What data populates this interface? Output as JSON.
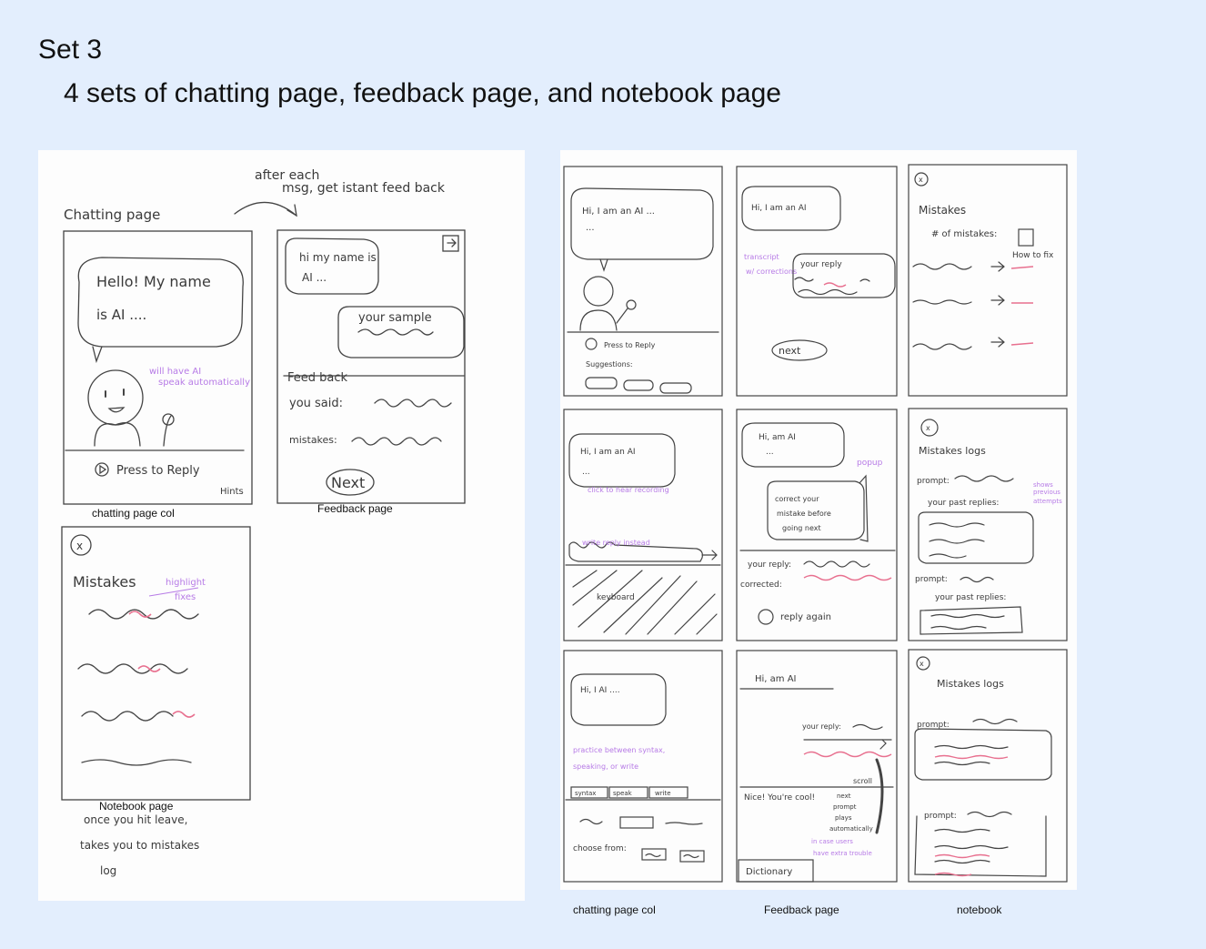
{
  "header": {
    "title": "Set 3",
    "subtitle": "4 sets of chatting page, feedback page, and notebook page"
  },
  "left_sheet": {
    "chatting_label": "Chatting page",
    "arrow_note": [
      "after each",
      "msg, get istant feed back"
    ],
    "chat": {
      "bubble": [
        "Hello! My name",
        "is AI ...."
      ],
      "note": [
        "will have AI",
        "speak automatically"
      ],
      "press": "Press to Reply",
      "hints": "Hints",
      "caption": "chatting page col"
    },
    "feedback": {
      "ai_bubble": [
        "hi my name is",
        "AI ..."
      ],
      "user_bubble": "your sample",
      "feedback_label": "Feed back",
      "you_said": "you said:",
      "mistakes": "mistakes:",
      "next": "Next",
      "caption": "Feedback page"
    },
    "notebook": {
      "close": "x",
      "title": "Mistakes",
      "note": [
        "highlight",
        "fixes"
      ],
      "caption": "Notebook page",
      "below_note": [
        "once you hit leave,",
        "takes you to mistakes",
        "log"
      ]
    }
  },
  "right_sheet": {
    "r1": {
      "chat": {
        "bubble": [
          "Hi, I am an AI ...",
          "..."
        ],
        "press": "Press to Reply",
        "suggestions": "Suggestions:"
      },
      "feedback": {
        "bubble": "Hi, I am an AI",
        "note": [
          "transcript",
          "w/ corrections"
        ],
        "reply": "your reply",
        "next": "next"
      },
      "notebook": {
        "close": "x",
        "title": "Mistakes",
        "count": "# of mistakes:",
        "how": "How to fix"
      }
    },
    "r2": {
      "chat": {
        "bubble": [
          "Hi, I am an AI",
          "..."
        ],
        "click": "click to hear recording",
        "write": "write reply instead",
        "keyboard": "keyboard"
      },
      "feedback": {
        "bubble": [
          "Hi, am AI",
          "..."
        ],
        "popup_note": "popup",
        "popup": [
          "correct your",
          "mistake before",
          "going next"
        ],
        "reply": "your reply:",
        "corrected": "corrected:",
        "again": "reply again"
      },
      "notebook": {
        "close": "x",
        "title": "Mistakes logs",
        "prompt": "prompt:",
        "past": "your past replies:",
        "note": [
          "shows",
          "previous",
          "attempts"
        ],
        "prompt2": "prompt:",
        "past2": "your past replies:"
      }
    },
    "r3": {
      "chat": {
        "bubble": "Hi, I AI ....",
        "note": [
          "practice between syntax,",
          "speaking, or write"
        ],
        "tabs": [
          "syntax",
          "speak",
          "write"
        ],
        "choose": "choose from:"
      },
      "feedback": {
        "top": "Hi, am AI",
        "reply": "your reply:",
        "scroll": "scroll",
        "nice": "Nice! You're cool!",
        "auto": [
          "next",
          "prompt",
          "plays",
          "automatically"
        ],
        "note": [
          "in case users",
          "have extra trouble"
        ],
        "dict": "Dictionary"
      },
      "notebook": {
        "close": "x",
        "title": "Mistakes logs",
        "prompt": "prompt:",
        "prompt2": "prompt:"
      }
    }
  },
  "bottom_captions": {
    "chat": "chatting page col",
    "feedback": "Feedback page",
    "notebook": "notebook"
  }
}
